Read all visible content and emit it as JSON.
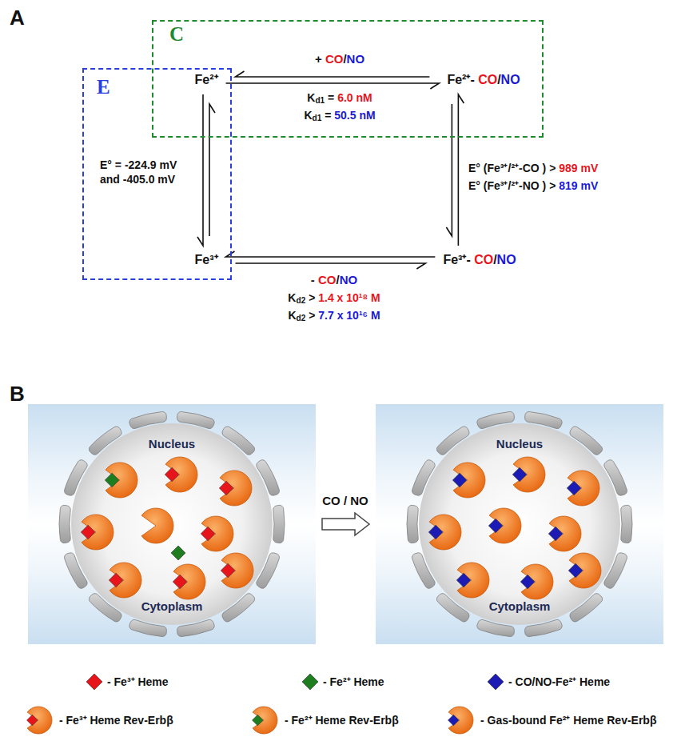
{
  "diagram": {
    "nodes": [
      {
        "text": [
          "C"
        ]
      },
      {
        "text": [
          "E"
        ]
      },
      {
        "text": [
          "Fe²⁺"
        ],
        "in": 1
      },
      {
        "text": [
          "Fe²⁺- CO/NO"
        ],
        "in": 0
      },
      {
        "text": [
          "Fe³⁺"
        ],
        "in": 1
      },
      {
        "text": [
          "Fe³⁺- CO/NO"
        ]
      },
      {
        "text": [
          "Nucleus",
          "Cytoplasm"
        ]
      },
      {
        "text": [
          "Nucleus",
          "Cytoplasm"
        ]
      }
    ],
    "edges": [
      {
        "from": 2,
        "to": 3,
        "arrow": "both",
        "label": "+ CO/NO"
      },
      {
        "from": 2,
        "to": 4,
        "arrow": "both",
        "label": "E° = -224.9 mV and -405.0 mV"
      },
      {
        "from": 5,
        "to": 3,
        "arrow": "both",
        "label": "E° (Fe³⁺/²⁺-CO ) > 989 mV"
      },
      {
        "from": 5,
        "to": 4,
        "arrow": "both",
        "label": "- CO/NO"
      },
      {
        "from": 6,
        "to": 7,
        "arrow": "to",
        "label": "CO / NO"
      }
    ],
    "labels": [
      "A",
      "Kd1 = 6.0 nM",
      "Kd1 = 50.5 nM",
      "E° (Fe³⁺/²⁺-NO ) > 819 mV",
      "Kd2 > 1.4 x 10¹⁸ M",
      "Kd2 > 7.7 x 10¹⁶ M",
      "B"
    ],
    "legend": [
      {
        "text": "- Fe³⁺ Heme",
        "color": "#e8141c"
      },
      {
        "text": "- Fe²⁺ Heme",
        "color": "#1e7d1e"
      },
      {
        "text": "- CO/NO-Fe²⁺ Heme",
        "color": "#1c1cb4"
      },
      {
        "text": "- Fe³⁺ Heme Rev-Erbβ"
      },
      {
        "text": "- Fe²⁺ Heme Rev-Erbβ"
      },
      {
        "text": "- Gas-bound Fe²⁺ Heme Rev-Erbβ"
      }
    ]
  }
}
